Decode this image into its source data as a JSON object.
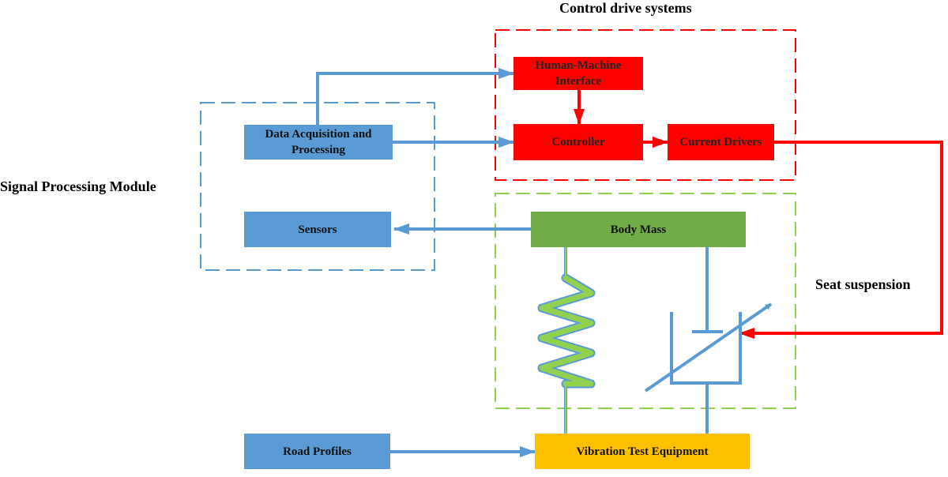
{
  "labels": {
    "control_title": "Control drive systems",
    "signal_title": "Signal Processing Module",
    "seat_title": "Seat suspension"
  },
  "boxes": {
    "hmi": "Human-Machine Interface",
    "daq": "Data Acquisition and Processing",
    "controller": "Controller",
    "drivers": "Current Drivers",
    "sensors": "Sensors",
    "body_mass": "Body Mass",
    "road": "Road Profiles",
    "vibration": "Vibration Test Equipment"
  },
  "colors": {
    "blue": "#5b9bd5",
    "red": "#ff0000",
    "green": "#70ad47",
    "spring_green": "#92d050",
    "yellow": "#ffc000",
    "dash_red": "#ff0000",
    "dash_blue": "#5b9bd5",
    "dash_green": "#92d050"
  }
}
